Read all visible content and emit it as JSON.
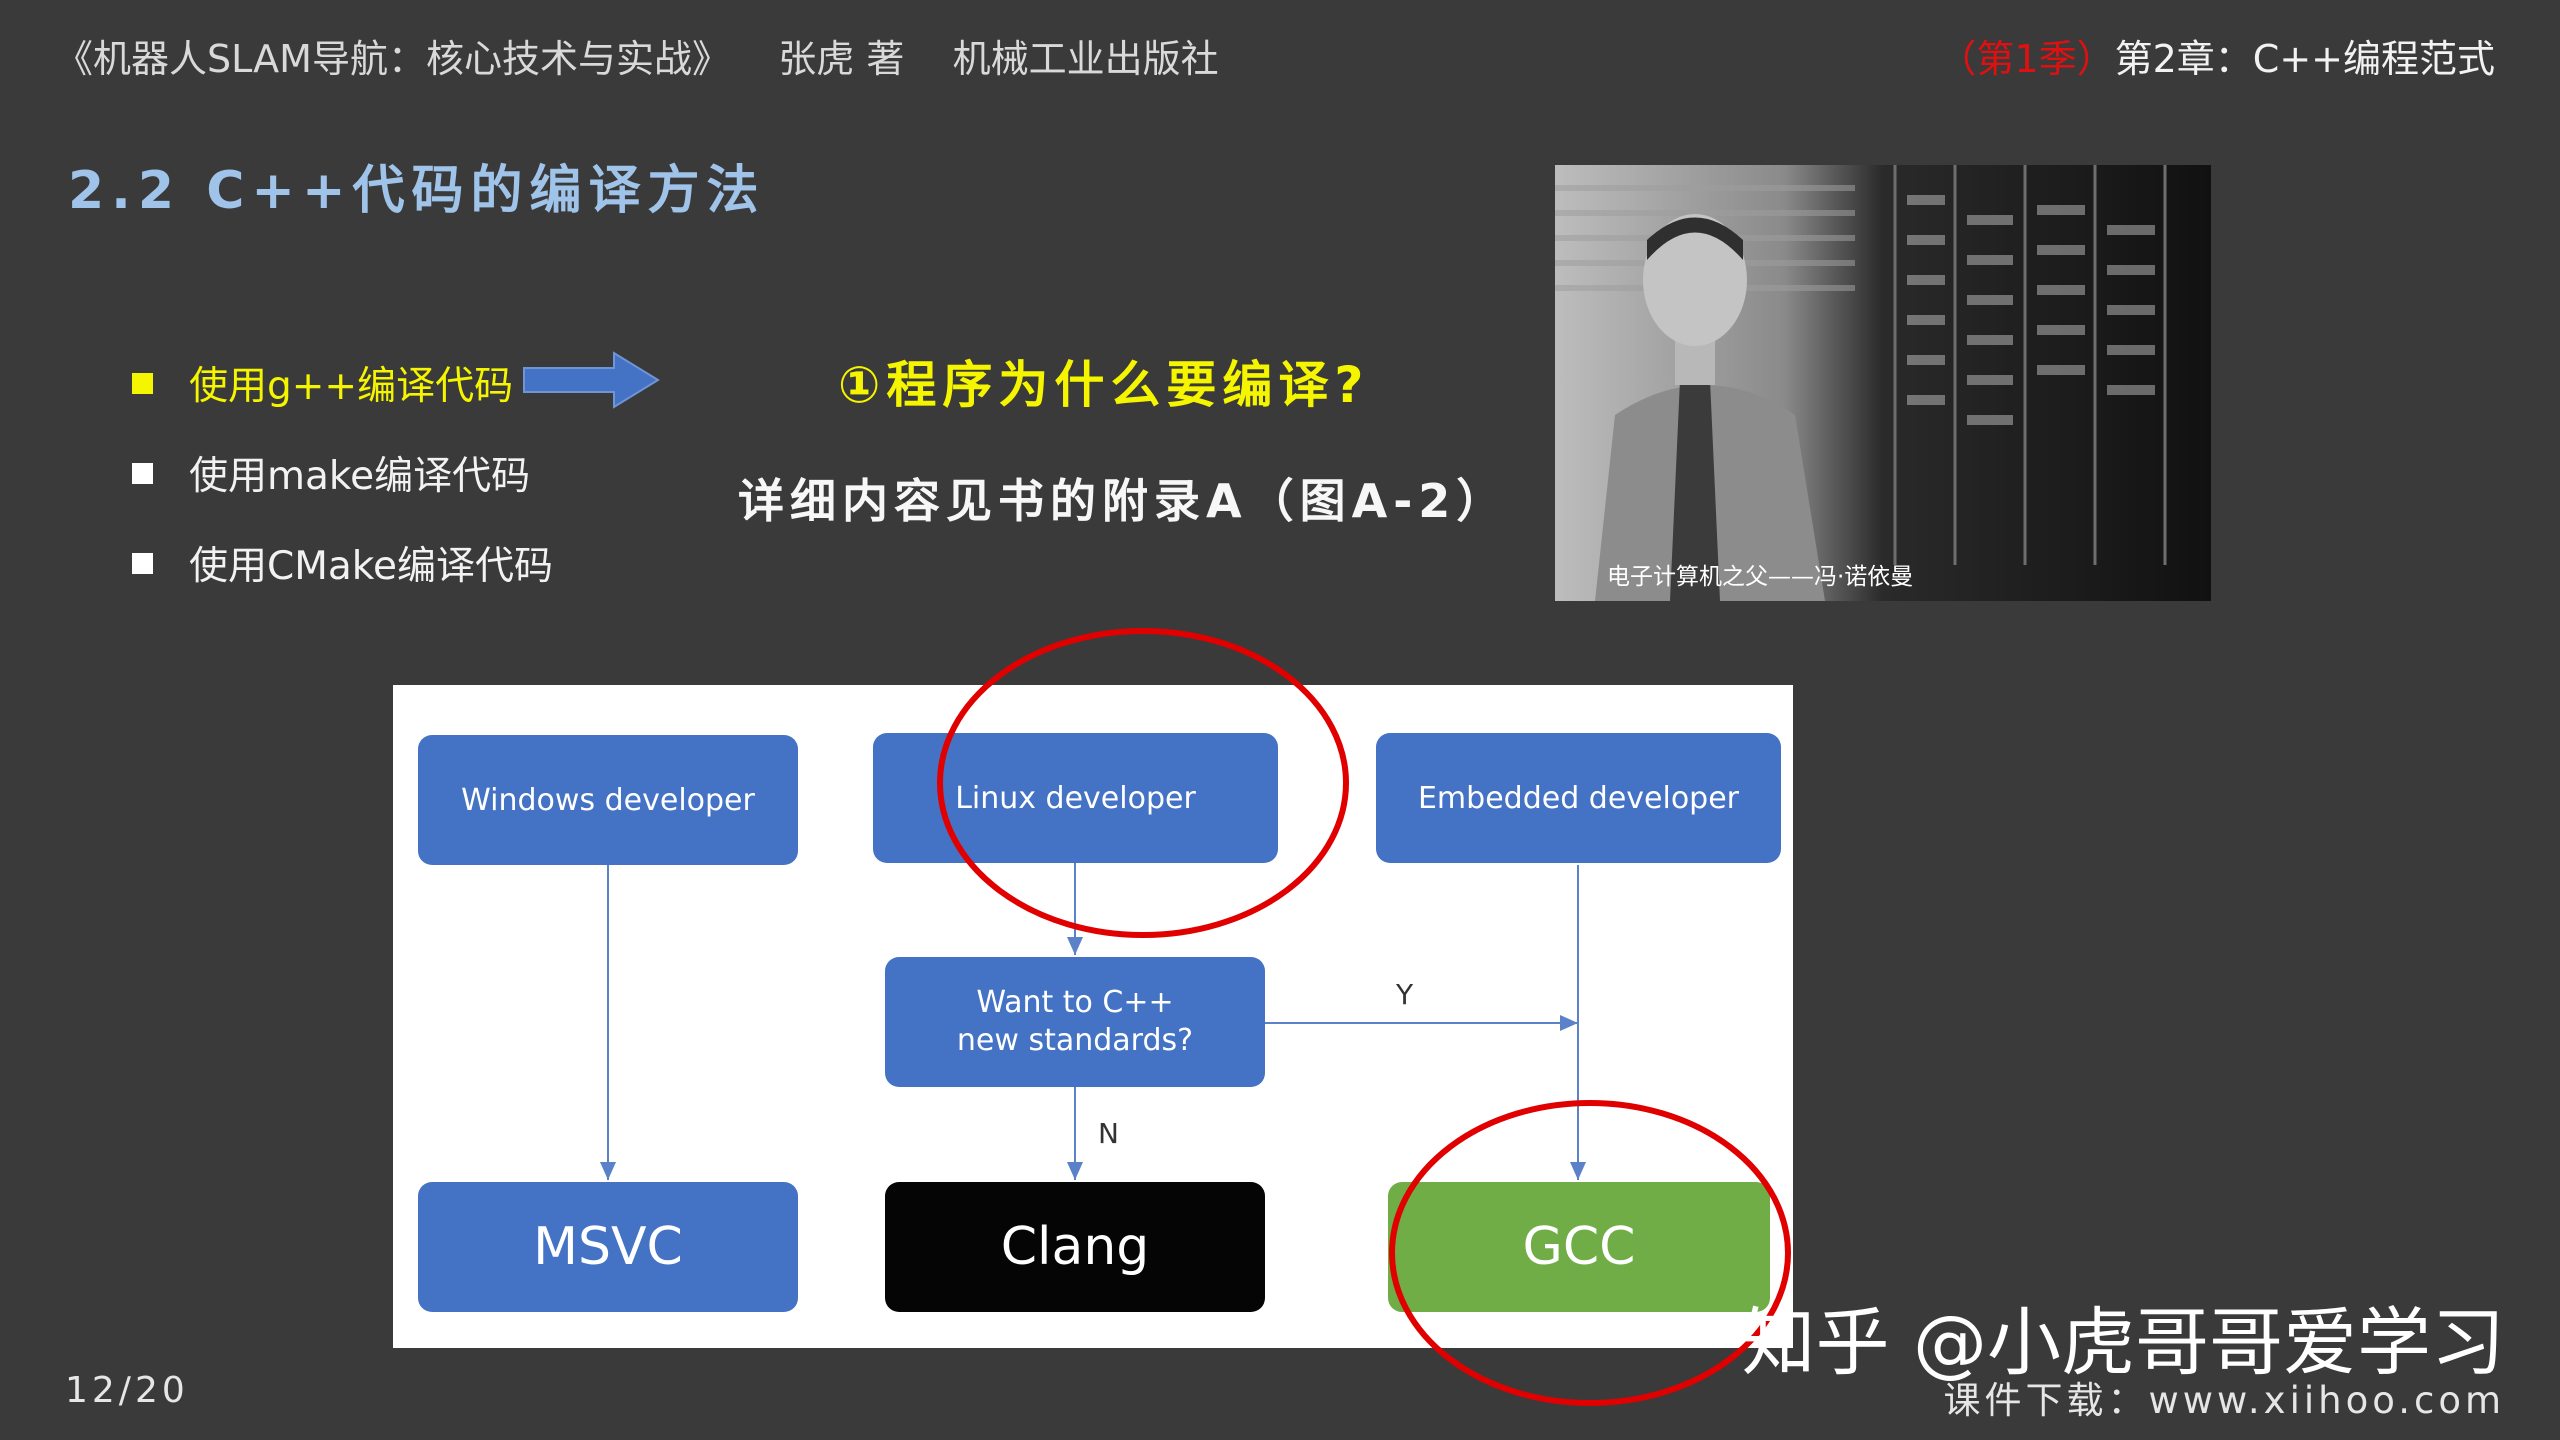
{
  "header": {
    "book": "《机器人SLAM导航：核心技术与实战》    张虎 著    机械工业出版社",
    "season": "（第1季）",
    "chapter": "第2章：C++编程范式"
  },
  "section_title": "2.2 C++代码的编译方法",
  "bullets": [
    {
      "label": "使用g++编译代码",
      "active": true
    },
    {
      "label": "使用make编译代码",
      "active": false
    },
    {
      "label": "使用CMake编译代码",
      "active": false
    }
  ],
  "question": "①程序为什么要编译?",
  "detail": "详细内容见书的附录A（图A-2）",
  "photo": {
    "caption": "电子计算机之父——冯·诺依曼"
  },
  "diagram": {
    "nodes": {
      "windows_dev": "Windows developer",
      "linux_dev": "Linux developer",
      "embedded_dev": "Embedded developer",
      "want_cpp": "Want to C++ new standards?",
      "msvc": "MSVC",
      "clang": "Clang",
      "gcc": "GCC"
    },
    "edge_labels": {
      "yes": "Y",
      "no": "N"
    }
  },
  "page_number": "12/20",
  "watermark": {
    "main": "知乎 @小虎哥哥爱学习",
    "sub": "课件下载：www.xiihoo.com"
  },
  "colors": {
    "background": "#3a3a3a",
    "title_blue": "#9fc3e9",
    "highlight_yellow": "#f5f500",
    "season_red": "#e01010",
    "node_blue": "#4472c4",
    "node_green": "#70ad47",
    "circle_red": "#e00000"
  }
}
